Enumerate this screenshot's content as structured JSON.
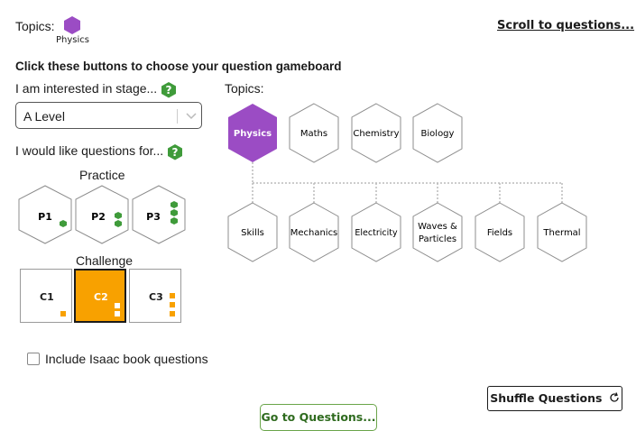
{
  "selected_topics": {
    "label": "Topics:",
    "items": [
      "Physics"
    ]
  },
  "scroll_link": "Scroll to questions...",
  "heading": "Click these buttons to choose your question gameboard",
  "stage": {
    "label": "I am interested in stage...",
    "selected": "A Level"
  },
  "difficulty": {
    "label": "I would like questions for...",
    "practice_label": "Practice",
    "challenge_label": "Challenge",
    "practice": [
      "P1",
      "P2",
      "P3"
    ],
    "challenge": [
      "C1",
      "C2",
      "C3"
    ],
    "selected": "C2"
  },
  "topics_label": "Topics:",
  "subjects": [
    "Physics",
    "Maths",
    "Chemistry",
    "Biology"
  ],
  "selected_subject": "Physics",
  "physics_topics": [
    {
      "lines": [
        "Skills"
      ]
    },
    {
      "lines": [
        "Mechanics"
      ]
    },
    {
      "lines": [
        "Electricity"
      ]
    },
    {
      "lines": [
        "Waves &",
        "Particles"
      ]
    },
    {
      "lines": [
        "Fields"
      ]
    },
    {
      "lines": [
        "Thermal"
      ]
    }
  ],
  "book_checkbox": {
    "label": "Include Isaac book questions",
    "checked": false
  },
  "shuffle_label": "Shuffle Questions",
  "goto_label": "Go to Questions...",
  "colors": {
    "purple": "#9b4cc4",
    "green": "#3f9b3a",
    "orange": "#f8a100",
    "hex_stroke": "#8c8c8c"
  }
}
